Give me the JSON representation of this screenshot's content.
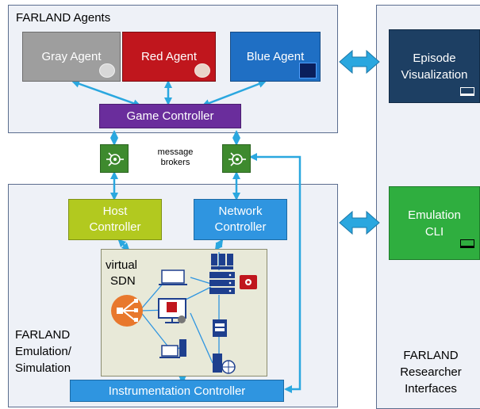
{
  "colors": {
    "panel_bg": "#eef1f7",
    "panel_border": "#5b6d8f",
    "gray_agent": "#9e9e9e",
    "red_agent": "#c0161d",
    "blue_agent": "#1f6fc4",
    "game_controller": "#6a2d9c",
    "broker": "#3e8a2e",
    "host_controller": "#b2c91f",
    "network_controller": "#2f95e0",
    "instrumentation_controller": "#2f95e0",
    "episode_visualization": "#1d3f63",
    "emulation_cli": "#2fae3f",
    "sdn_bg": "#e8e9d8",
    "arrow": "#2aa7df",
    "server": "#1e3f8e"
  },
  "agents_panel": {
    "title": "FARLAND Agents",
    "gray_agent": "Gray Agent",
    "red_agent": "Red Agent",
    "blue_agent": "Blue Agent",
    "game_controller": "Game Controller"
  },
  "brokers": {
    "label_line1": "message",
    "label_line2": "brokers"
  },
  "emulation_panel": {
    "title_line1": "FARLAND",
    "title_line2": "Emulation/",
    "title_line3": "Simulation",
    "host_controller_line1": "Host",
    "host_controller_line2": "Controller",
    "network_controller_line1": "Network",
    "network_controller_line2": "Controller",
    "sdn_line1": "virtual",
    "sdn_line2": "SDN",
    "instrumentation_controller": "Instrumentation Controller"
  },
  "interfaces_panel": {
    "episode_line1": "Episode",
    "episode_line2": "Visualization",
    "cli_line1": "Emulation",
    "cli_line2": "CLI",
    "title_line1": "FARLAND",
    "title_line2": "Researcher",
    "title_line3": "Interfaces"
  }
}
